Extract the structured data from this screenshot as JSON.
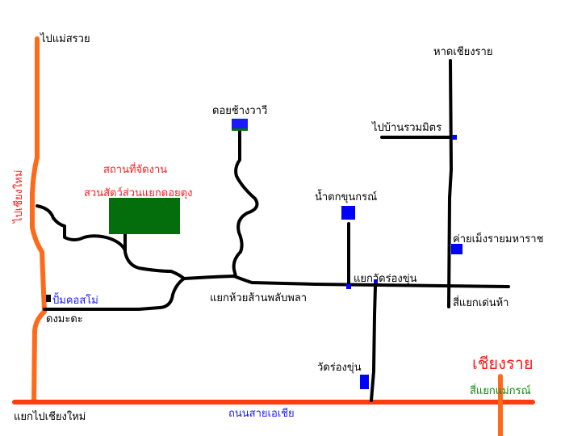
{
  "colors": {
    "highway_orange": "#ff6a1a",
    "highway_red": "#ff3d10",
    "road": "#000000",
    "landmark_blue": "#0000ff",
    "venue_green": "#056e0c",
    "label_red": "#ff1a1a",
    "label_blue": "#1a1aff",
    "label_green": "#0a8a0a"
  },
  "labels": {
    "to_mae_suai": "ไปแม่สรวย",
    "doi_chang_wawi": "ดอยช้างวาวี",
    "venue_title": "สถานที่จัดงาน",
    "venue_name": "สวนสัตว์ส่วนแยกดอยตุง",
    "to_chiang_mai_vertical": "ไปเชียงใหม่",
    "hat_chiang_rai": "หาดเชียงราย",
    "to_ban_ruam_mit": "ไปบ้านรวมมิตร",
    "khun_korn_waterfall": "น้ำตกขุนกรณ์",
    "mengrai_camp": "ค่ายเม็งรายมหาราช",
    "wat_rong_khun_junction": "แยกวัดร่องขุ่น",
    "huai_san_junction": "แยกห้วยส้านพลับพลา",
    "den_ha_intersection": "สี่แยกเด่นห้า",
    "cosmo_station": "ปั้มคอสโม่",
    "dong_mada": "ดงมะดะ",
    "wat_rong_khun": "วัดร่องขุ่น",
    "chiang_rai": "เชียงราย",
    "mae_korn_intersection": "สี่แยกแม่กรณ์",
    "chiang_mai_junction": "แยกไปเชียงใหม่",
    "asia_highway": "ถนนสายเอเชีย"
  }
}
